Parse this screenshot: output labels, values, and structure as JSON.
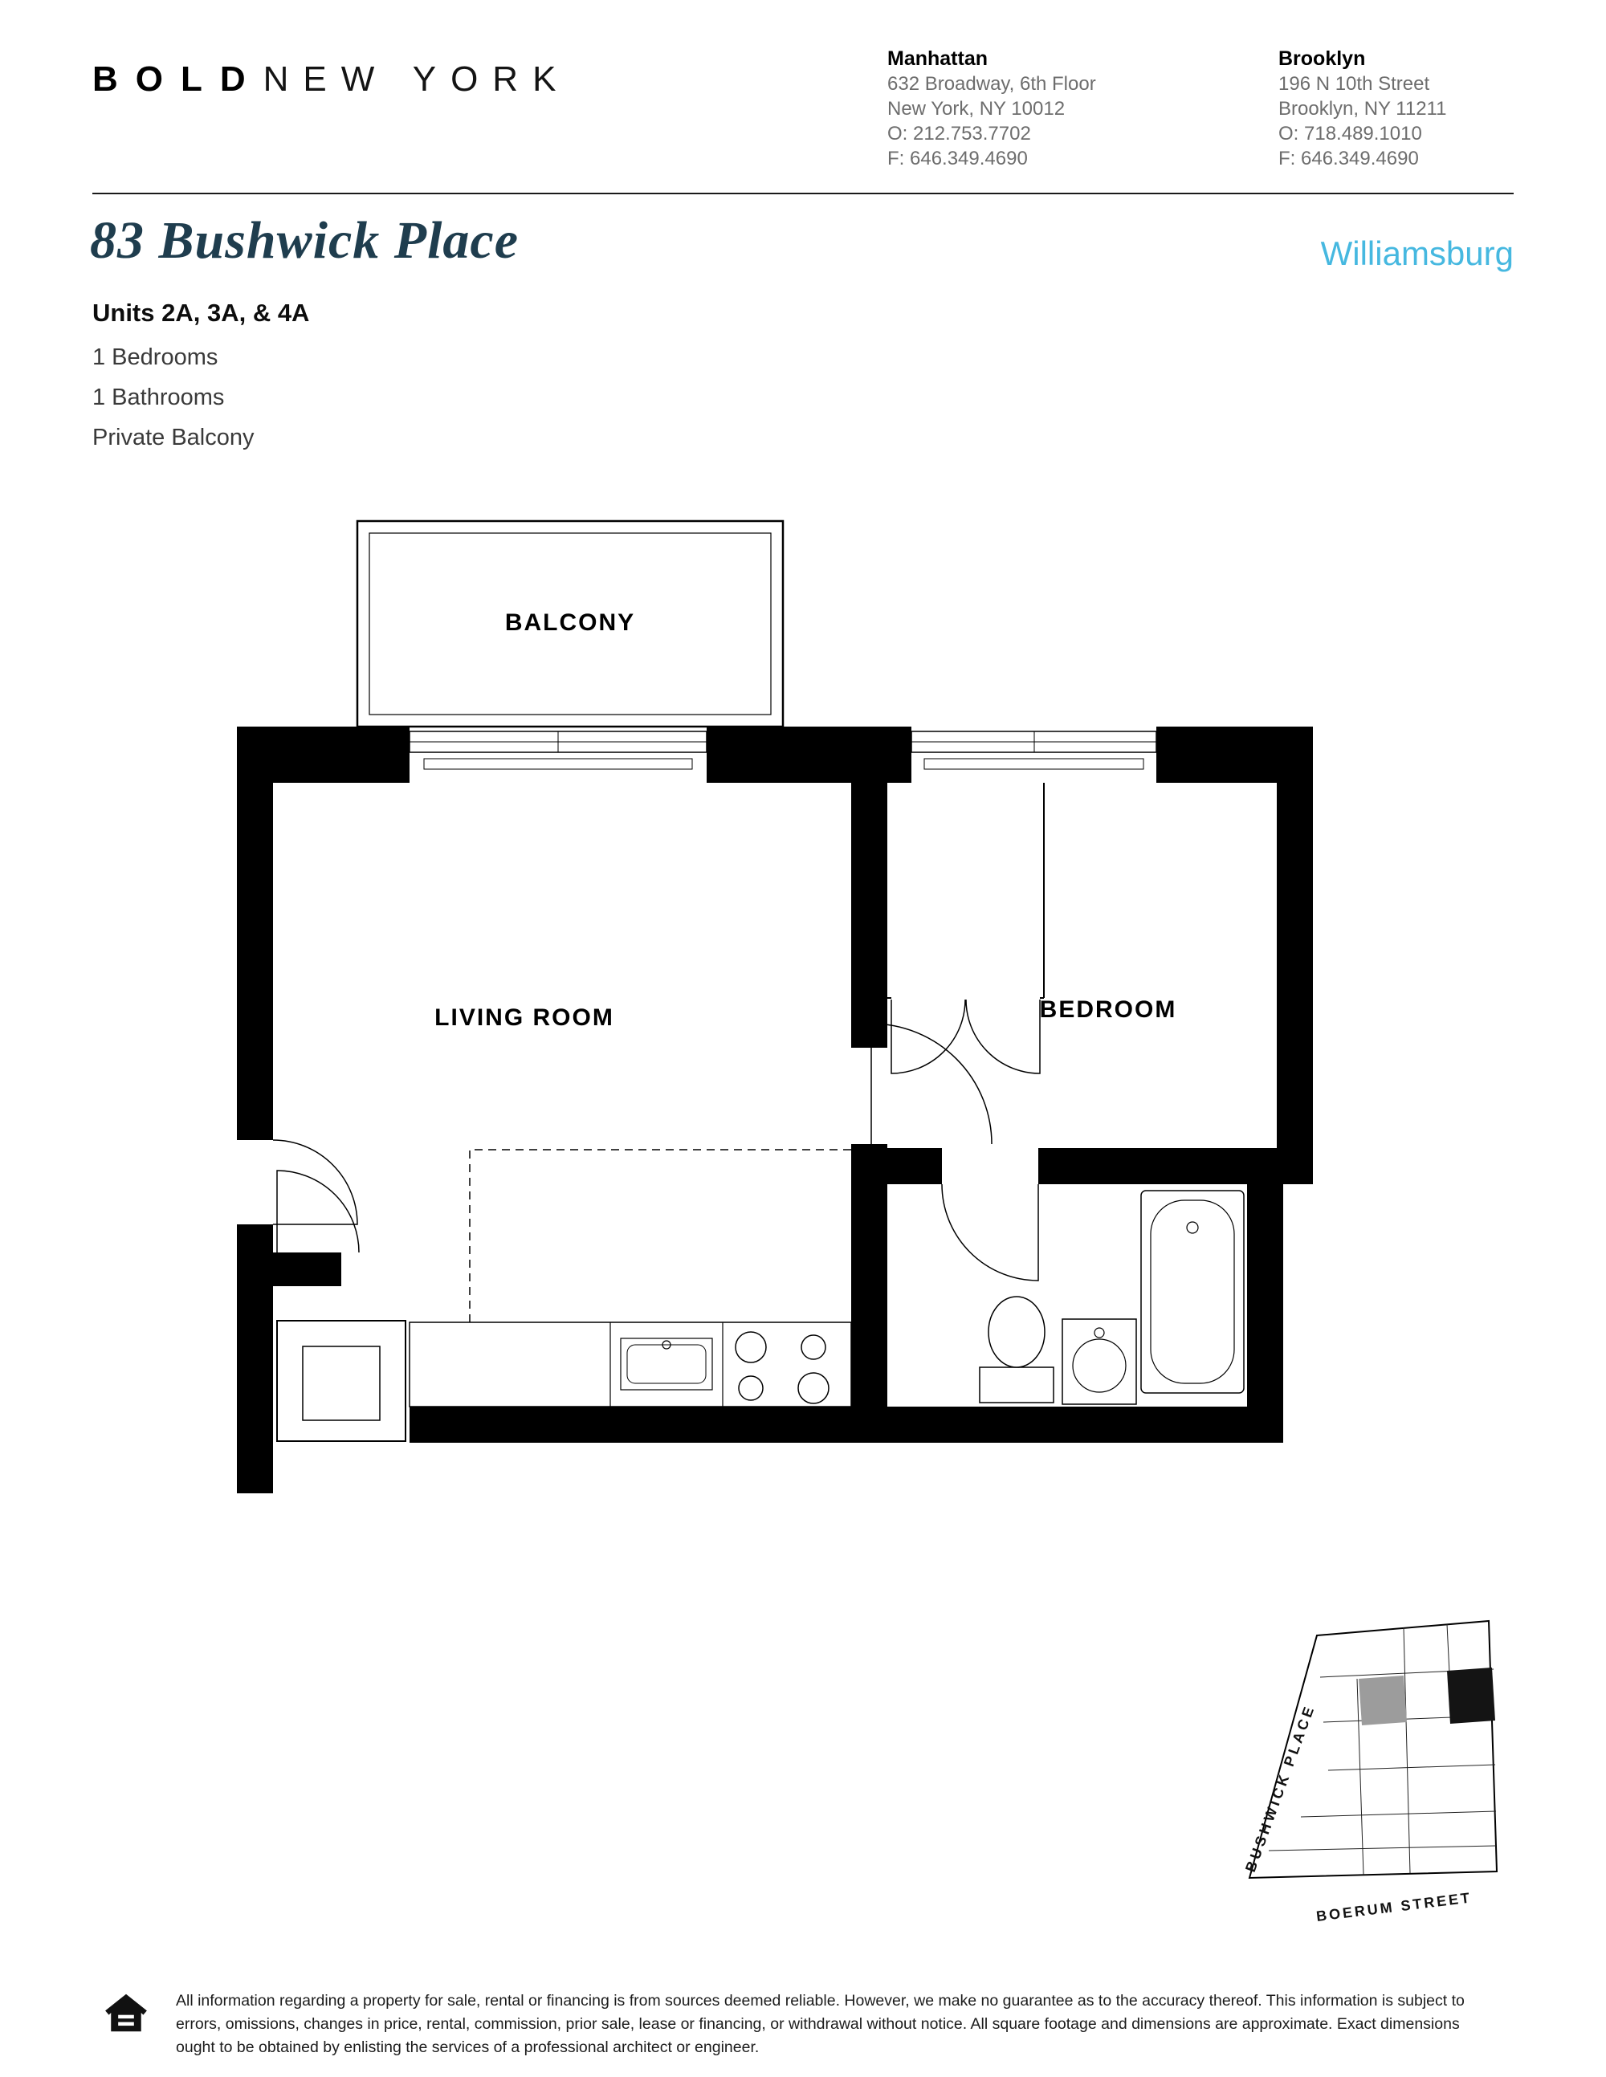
{
  "header": {
    "logo": {
      "bold": "BOLD",
      "rest": "NEW YORK"
    },
    "offices": [
      {
        "city": "Manhattan",
        "address1": "632 Broadway, 6th Floor",
        "address2": "New York, NY 10012",
        "phone": "O: 212.753.7702",
        "fax": "F: 646.349.4690"
      },
      {
        "city": "Brooklyn",
        "address1": "196 N 10th Street",
        "address2": "Brooklyn, NY 11211",
        "phone": "O: 718.489.1010",
        "fax": "F: 646.349.4690"
      }
    ]
  },
  "listing": {
    "title": "83 Bushwick Place",
    "neighborhood": "Williamsburg",
    "units": "Units 2A, 3A, & 4A",
    "features": [
      "1 Bedrooms",
      "1 Bathrooms",
      "Private Balcony"
    ]
  },
  "floorplan": {
    "labels": {
      "balcony": "BALCONY",
      "living_room": "LIVING ROOM",
      "bedroom": "BEDROOM"
    }
  },
  "sitemap": {
    "street_side": "BUSHWICK PLACE",
    "street_bottom": "BOERUM STREET"
  },
  "footer": {
    "disclaimer": "All information regarding a property for sale, rental or financing is from sources deemed reliable. However, we make no guarantee as to the accuracy thereof. This information is subject to errors, omissions, changes in price, rental, commission, prior sale, lease or financing, or withdrawal without notice. All square footage and dimensions are approximate. Exact dimensions ought to be obtained by enlisting the services of a professional architect or engineer."
  },
  "colors": {
    "title": "#1f3d4e",
    "accent": "#46b8e0"
  }
}
